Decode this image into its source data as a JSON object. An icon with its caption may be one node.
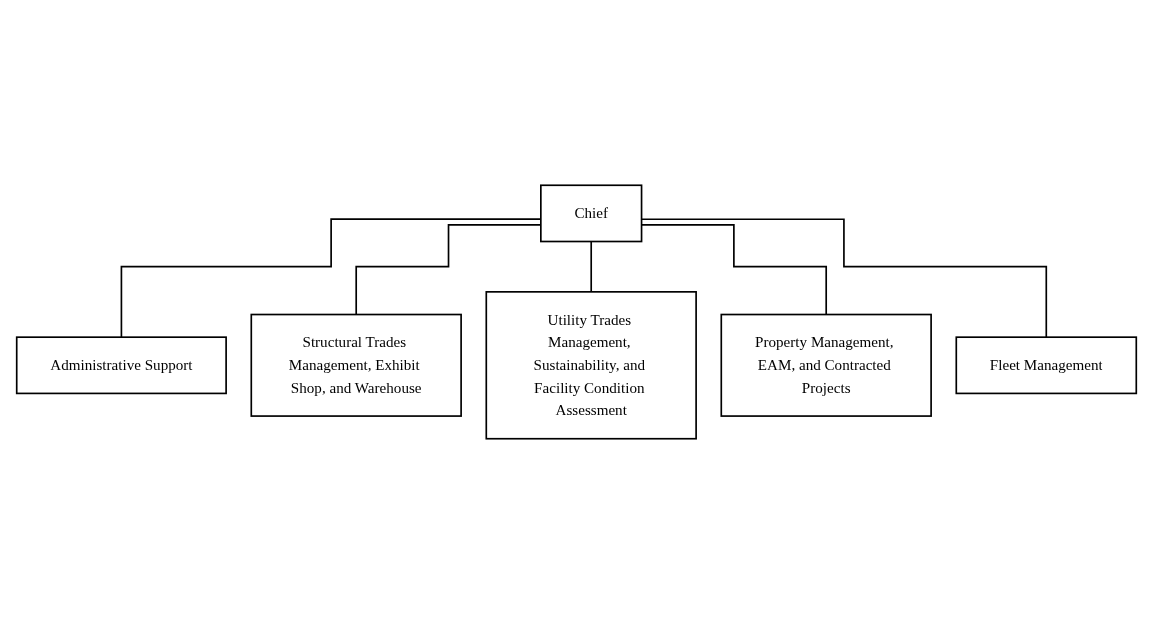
{
  "diagram": {
    "nodes": [
      {
        "text": [
          "Chief"
        ]
      },
      {
        "text": [
          "Administrative Support"
        ]
      },
      {
        "text": [
          "Structural Trades Management, Exhibit Shop, and Warehouse"
        ]
      },
      {
        "text": [
          "Utility Trades Management, Sustainability, and Facility Condition Assessment"
        ]
      },
      {
        "text": [
          "Property Management, EAM, and Contracted Projects"
        ]
      },
      {
        "text": [
          "Fleet Management"
        ]
      }
    ],
    "edges": [
      {
        "from": 0,
        "to": 1,
        "arrow": "none"
      },
      {
        "from": 0,
        "to": 2,
        "arrow": "none"
      },
      {
        "from": 0,
        "to": 3,
        "arrow": "none"
      },
      {
        "from": 0,
        "to": 4,
        "arrow": "none"
      },
      {
        "from": 0,
        "to": 5,
        "arrow": "none"
      }
    ]
  }
}
